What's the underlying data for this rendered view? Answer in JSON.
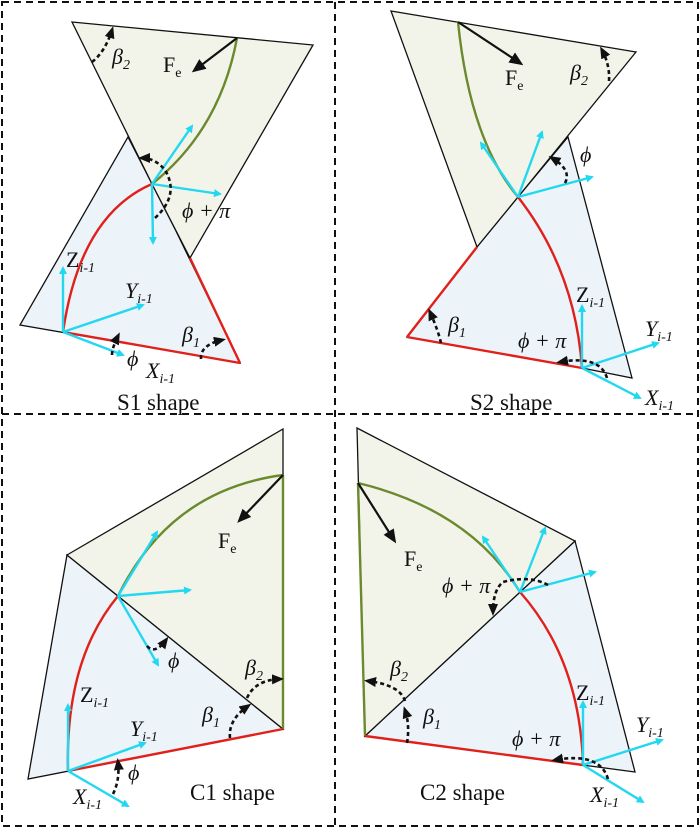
{
  "panels": {
    "s1": {
      "caption": "S1 shape"
    },
    "s2": {
      "caption": "S2 shape"
    },
    "c1": {
      "caption": "C1 shape"
    },
    "c2": {
      "caption": "C2 shape"
    }
  },
  "symbols": {
    "force": "F",
    "force_sub": "e",
    "beta": "β",
    "beta1_sub": "1",
    "beta2_sub": "2",
    "phi": "ϕ",
    "phi_plus_pi": "ϕ + π",
    "x_axis": "X",
    "y_axis": "Y",
    "z_axis": "Z",
    "axis_sub": "i-1"
  },
  "colors": {
    "upper_face": "#f2f4ea",
    "lower_face": "#edf4f9",
    "lower_crease": "#e0201a",
    "upper_crease": "#6b8a2e",
    "frame_axes": "#22d8f0"
  }
}
